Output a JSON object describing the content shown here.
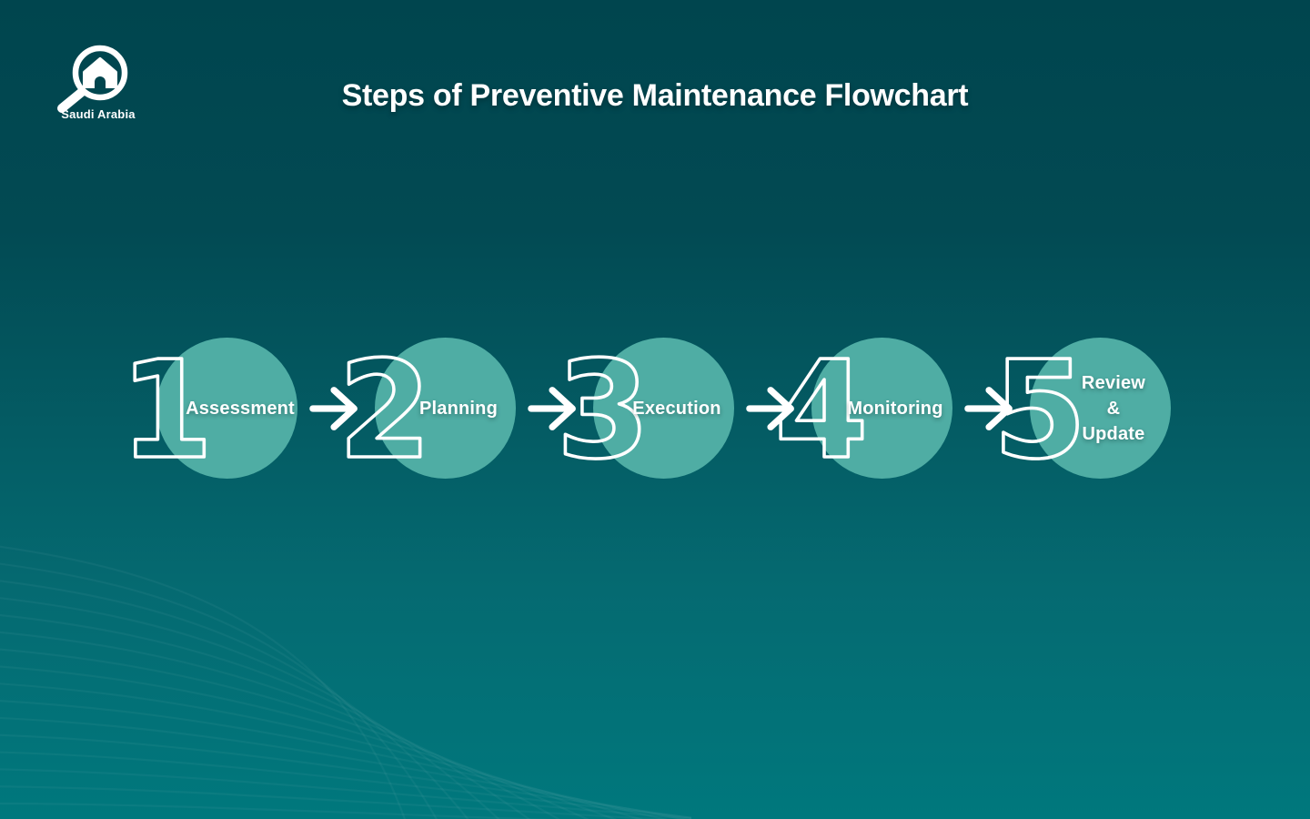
{
  "logo": {
    "brand": "Saudi Arabia",
    "icon": "magnifier-house-icon"
  },
  "header": {
    "title": "Steps of Preventive Maintenance Flowchart"
  },
  "colors": {
    "bg_top": "#00454e",
    "bg_bottom": "#00787d",
    "circle_fill": "#4fada4",
    "text_white": "#ffffff"
  },
  "flowchart": {
    "steps": [
      {
        "number": "1",
        "label": "Assessment"
      },
      {
        "number": "2",
        "label": "Planning"
      },
      {
        "number": "3",
        "label": "Execution"
      },
      {
        "number": "4",
        "label": "Monitoring"
      },
      {
        "number": "5",
        "label": "Review & Update",
        "label_lines": [
          "Review",
          "&",
          "Update"
        ]
      }
    ],
    "arrow_icon": "arrow-right-icon"
  }
}
